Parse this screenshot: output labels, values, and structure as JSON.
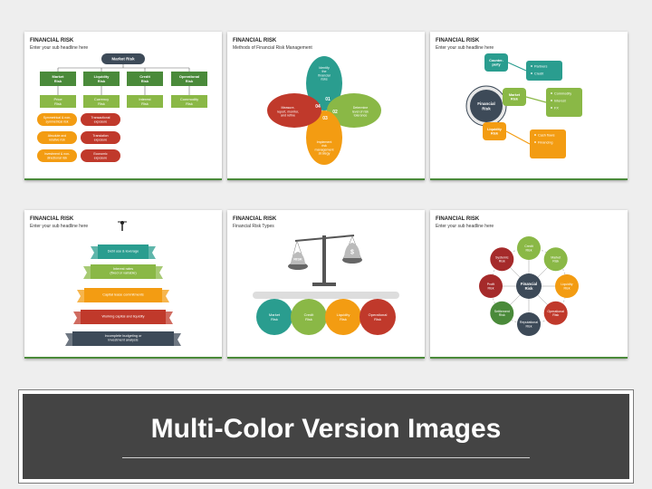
{
  "colors": {
    "dark": "#3d4a58",
    "green": "#4a8a3a",
    "lime": "#8ab846",
    "teal": "#2a9d8f",
    "orange": "#f39c12",
    "red": "#c0392b",
    "darkred": "#a52a2a"
  },
  "banner": {
    "title": "Multi-Color Version Images"
  },
  "slides": [
    {
      "title": "FINANCIAL RISK",
      "subtitle": "Enter your sub headline here",
      "root": "Market Risk",
      "branches": [
        "Market\nRisk",
        "Liquidity\nRisk",
        "Credit\nRisk",
        "Operational\nRisk"
      ],
      "level2": [
        "Price\nRisk",
        "Currency\nRisk",
        "Interest\nRisk",
        "Commodity\nRisk"
      ],
      "left_items": [
        "Symmetrical & non-\nsymmetrical risk",
        "Absolute and\nrelative risk",
        "Investment & non-\ndirectional risk"
      ],
      "right_items": [
        "Transactional\nexposure",
        "Translation\nexposure",
        "Economic\nexposure"
      ]
    },
    {
      "title": "FINANCIAL RISK",
      "subtitle": "Methods of Financial Risk Management",
      "petals": [
        "Identify\nthe\nfinancial\nrisks",
        "Determine\nlevel of risk\ntolerance",
        "Implement\nrisk\nmanagement\nstrategy",
        "Measure,\nreport, monitor,\nand refine"
      ],
      "numbers": [
        "01",
        "02",
        "03",
        "04"
      ]
    },
    {
      "title": "FINANCIAL RISK",
      "subtitle": "Enter your sub headline here",
      "center": "Financial\nRisk",
      "branches": [
        "Counter-\nparty",
        "Market\nRisk",
        "Liquidity\nRisk"
      ],
      "lists": [
        [
          "Partners",
          "Credit"
        ],
        [
          "Commodity",
          "Interest",
          "FX"
        ],
        [
          "Cash flows",
          "Financing"
        ]
      ]
    },
    {
      "title": "FINANCIAL RISK",
      "subtitle": "Enter your sub headline here",
      "ribbons": [
        "Debt use & leverage",
        "Interest rates\n(fixed or variable)",
        "Capital lease commitments",
        "Working capital and liquidity",
        "Incomplete budgeting or\ninvestment analysis"
      ]
    },
    {
      "title": "FINANCIAL RISK",
      "subtitle": "Financial Risk Types",
      "scale_left": "RISK",
      "scale_right": "$",
      "circles": [
        "Market\nRisk",
        "Credit\nRisk",
        "Liquidity\nRisk",
        "Operational\nRisk"
      ]
    },
    {
      "title": "FINANCIAL RISK",
      "subtitle": "Enter your sub headline here",
      "center": "Financial\nRisk",
      "nodes": [
        "Credit\nRisk",
        "Market\nRisk",
        "Liquidity\nRisk",
        "Operational\nRisk",
        "Reputational\nRisk",
        "Settlement\nRisk",
        "Profit\nRisk",
        "Systemic\nRisk"
      ]
    }
  ]
}
